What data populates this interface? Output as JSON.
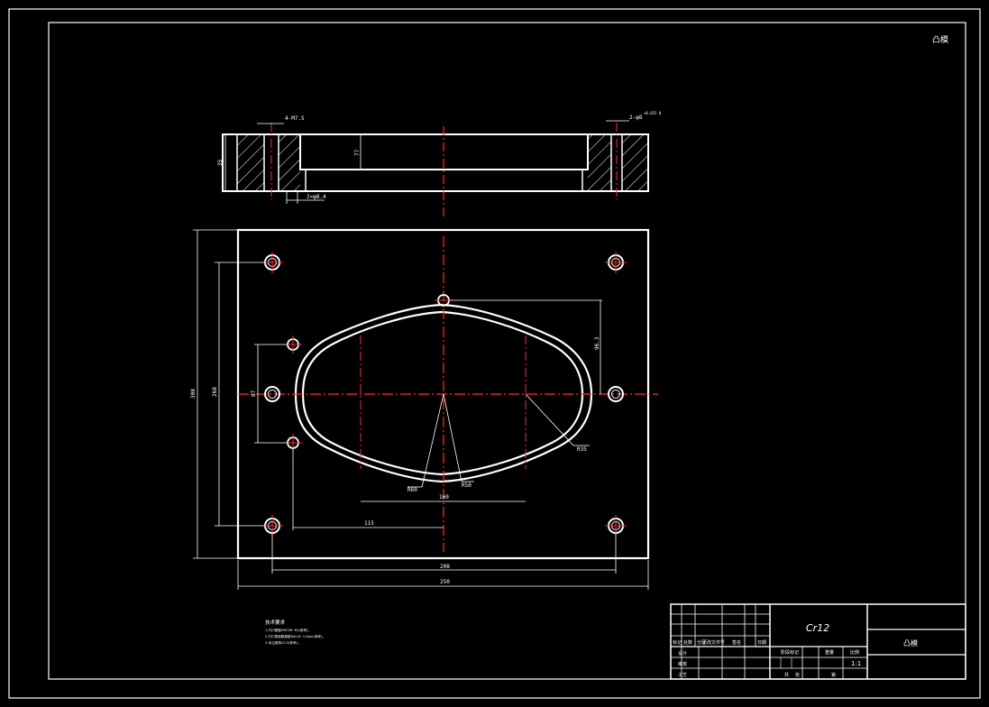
{
  "sheet": {
    "corner_label": "凸模",
    "colors": {
      "background": "#000000",
      "outline": "#ffffff",
      "centerline": "#ff2a2a",
      "hatch": "#ffffff"
    }
  },
  "section_view": {
    "top_left_callout": "4-M7.5",
    "top_right_callout": "2-φ8",
    "top_right_fit": "+0.015 0",
    "height_dim": "35",
    "inner_dim": "77",
    "bottom_callout": "2×φ8.4"
  },
  "plan_view": {
    "overall_height": "308",
    "hole_spacing_v": "268",
    "small_v": "87",
    "right_v": "96.3",
    "right_angle": "R35",
    "center_r_left": "R60",
    "center_r_right": "R50",
    "mid_h": "160",
    "left_h": "115",
    "inner_width": "208",
    "overall_width": "250"
  },
  "notes": {
    "title": "技术要求",
    "lines": [
      "1.刃口硬度HRC58~62(参考)。",
      "2.刃口表面粗糙度Ra0.8~1.6μm(参考)。",
      "3.未注倒角C0.5(参考)。"
    ]
  },
  "title_block": {
    "material": "Cr12",
    "part_name": "凸模",
    "scale": "1:1",
    "header_labels": [
      "标记",
      "处数",
      "分区",
      "更改文件号",
      "签名",
      "日期"
    ],
    "row_labels": [
      "设计",
      "审核",
      "工艺"
    ],
    "stage_label": "阶段标记",
    "weight_label": "重量",
    "ratio_label": "比例",
    "sheet_a": "共",
    "sheet_b": "张",
    "sheet_c": "第"
  }
}
